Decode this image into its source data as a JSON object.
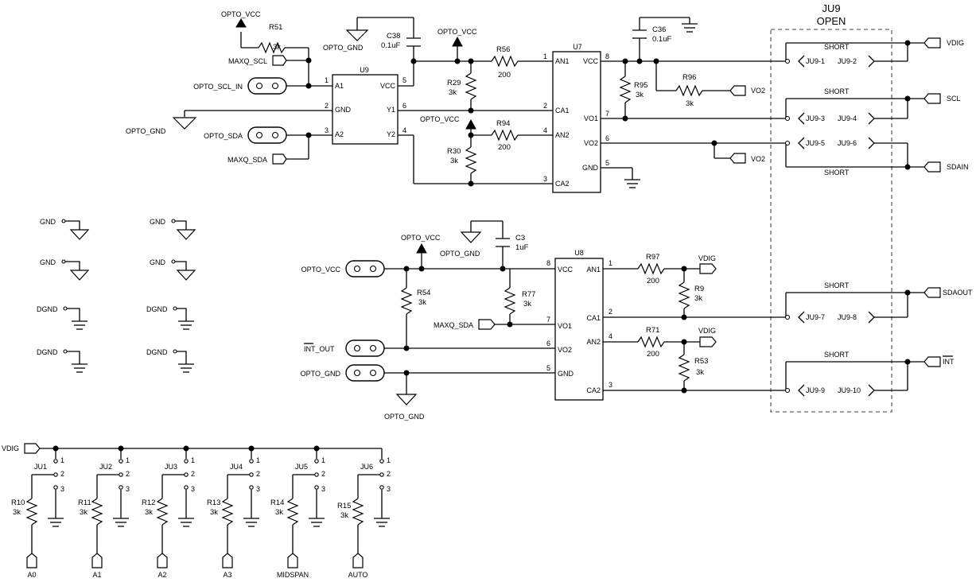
{
  "title": "JU9",
  "subtitle": "OPEN",
  "labels": {
    "opto_vcc": "OPTO_VCC",
    "opto_gnd": "OPTO_GND",
    "opto_scl_in": "OPTO_SCL_IN",
    "opto_sda": "OPTO_SDA",
    "maxq_scl": "MAXQ_SCL",
    "maxq_sda": "MAXQ_SDA",
    "int_out": "INT_OUT",
    "vdig": "VDIG",
    "vo2": "VO2",
    "scl": "SCL",
    "sdain": "SDAIN",
    "sdaout": "SDAOUT",
    "int": "INT",
    "gnd": "GND",
    "dgnd": "DGND",
    "short": "SHORT",
    "a0": "A0",
    "a1": "A1",
    "a2": "A2",
    "a3": "A3",
    "midspan": "MIDSPAN",
    "auto": "AUTO"
  },
  "u9": {
    "ref": "U9",
    "pins": [
      {
        "num": "1",
        "name": "A1"
      },
      {
        "num": "2",
        "name": "GND"
      },
      {
        "num": "3",
        "name": "A2"
      },
      {
        "num": "5",
        "name": "VCC"
      },
      {
        "num": "6",
        "name": "Y1"
      },
      {
        "num": "4",
        "name": "Y2"
      }
    ]
  },
  "u7": {
    "ref": "U7",
    "pins": [
      {
        "num": "1",
        "name": "AN1"
      },
      {
        "num": "2",
        "name": "CA1"
      },
      {
        "num": "4",
        "name": "AN2"
      },
      {
        "num": "3",
        "name": "CA2"
      },
      {
        "num": "8",
        "name": "VCC"
      },
      {
        "num": "7",
        "name": "VO1"
      },
      {
        "num": "6",
        "name": "VO2"
      },
      {
        "num": "5",
        "name": "GND"
      }
    ]
  },
  "u8": {
    "ref": "U8",
    "pins": [
      {
        "num": "8",
        "name": "VCC"
      },
      {
        "num": "7",
        "name": "VO1"
      },
      {
        "num": "6",
        "name": "VO2"
      },
      {
        "num": "5",
        "name": "GND"
      },
      {
        "num": "1",
        "name": "AN1"
      },
      {
        "num": "2",
        "name": "CA1"
      },
      {
        "num": "4",
        "name": "AN2"
      },
      {
        "num": "3",
        "name": "CA2"
      }
    ]
  },
  "resistors": {
    "r51": {
      "ref": "R51",
      "value": "3k"
    },
    "r56": {
      "ref": "R56",
      "value": "200"
    },
    "r29": {
      "ref": "R29",
      "value": "3k"
    },
    "r94": {
      "ref": "R94",
      "value": "200"
    },
    "r30": {
      "ref": "R30",
      "value": "3k"
    },
    "r95": {
      "ref": "R95",
      "value": "3k"
    },
    "r96": {
      "ref": "R96",
      "value": "3k"
    },
    "r54": {
      "ref": "R54",
      "value": "3k"
    },
    "r77": {
      "ref": "R77",
      "value": "3k"
    },
    "r97": {
      "ref": "R97",
      "value": "200"
    },
    "r9": {
      "ref": "R9",
      "value": "3k"
    },
    "r71": {
      "ref": "R71",
      "value": "200"
    },
    "r53": {
      "ref": "R53",
      "value": "3k"
    }
  },
  "capacitors": {
    "c38": {
      "ref": "C38",
      "value": "0.1uF"
    },
    "c36": {
      "ref": "C36",
      "value": "0.1uF"
    },
    "c3": {
      "ref": "C3",
      "value": "1uF"
    }
  },
  "ju9_pins": [
    {
      "left": "JU9-1",
      "right": "JU9-2"
    },
    {
      "left": "JU9-3",
      "right": "JU9-4"
    },
    {
      "left": "JU9-5",
      "right": "JU9-6"
    },
    {
      "left": "JU9-7",
      "right": "JU9-8"
    },
    {
      "left": "JU9-9",
      "right": "JU9-10"
    }
  ],
  "address_jumpers": [
    {
      "ju": "JU1",
      "r": "R10",
      "value": "3k",
      "net": "A0"
    },
    {
      "ju": "JU2",
      "r": "R11",
      "value": "3k",
      "net": "A1"
    },
    {
      "ju": "JU3",
      "r": "R12",
      "value": "3k",
      "net": "A2"
    },
    {
      "ju": "JU4",
      "r": "R13",
      "value": "3k",
      "net": "A3"
    },
    {
      "ju": "JU5",
      "r": "R14",
      "value": "3k",
      "net": "MIDSPAN"
    },
    {
      "ju": "JU6",
      "r": "R15",
      "value": "3k",
      "net": "AUTO"
    }
  ],
  "jumper_pins": [
    "1",
    "2",
    "3"
  ]
}
